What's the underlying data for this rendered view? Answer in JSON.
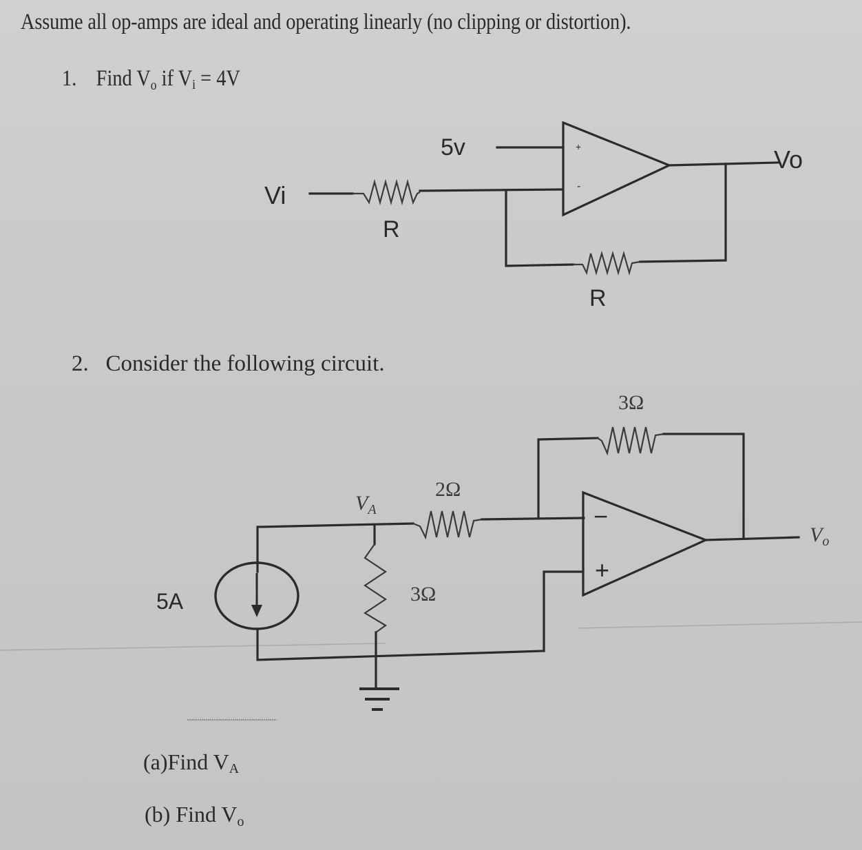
{
  "intro": "Assume all op-amps are ideal and operating linearly (no clipping or distortion).",
  "problem1": {
    "number": "1.",
    "text_find": "Find V",
    "vo_sub": "o",
    "text_if": " if V",
    "vi_sub": "i",
    "text_value": " = 4V",
    "circuit": {
      "source_label": "5v",
      "input_label": "Vi",
      "input_resistor_label": "R",
      "feedback_resistor_label": "R",
      "output_label": "Vo",
      "plus_sign": "+",
      "minus_sign": "-"
    }
  },
  "problem2": {
    "number": "2.",
    "text": "Consider the following circuit.",
    "circuit": {
      "current_source_label": "5A",
      "node_label": "V",
      "node_sub": "A",
      "series_resistor_label": "2Ω",
      "shunt_resistor_label": "3Ω",
      "feedback_resistor_label": "3Ω",
      "output_label": "V",
      "output_sub": "o",
      "minus_sign": "−",
      "plus_sign": "+"
    },
    "part_a": {
      "label": "(a)",
      "text": "Find V",
      "sub": "A"
    },
    "part_b": {
      "label": "(b)",
      "text": "Find V",
      "sub": "o"
    }
  }
}
